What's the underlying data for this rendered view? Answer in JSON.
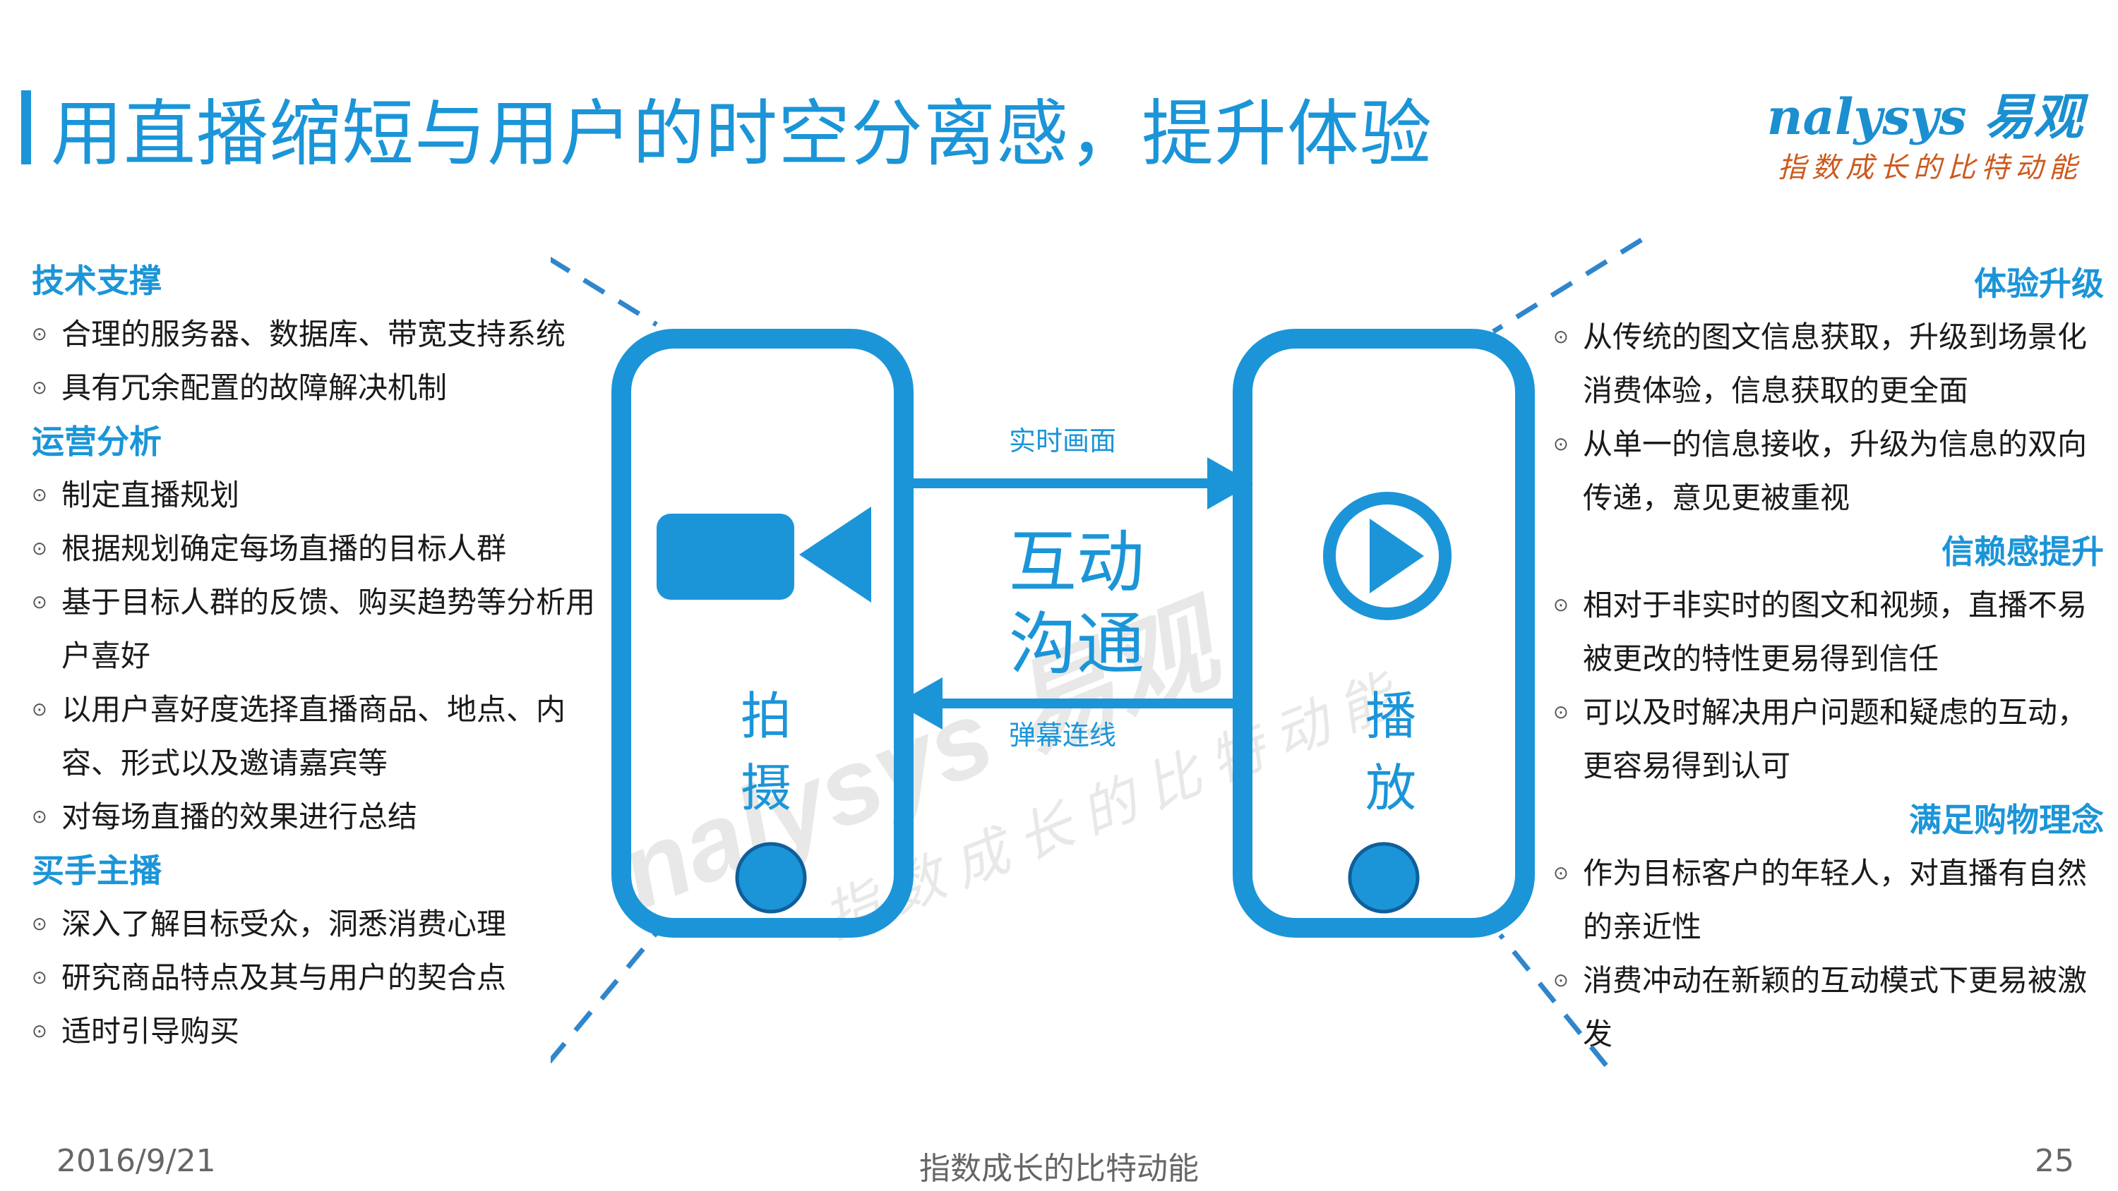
{
  "title": "用直播缩短与用户的时空分离感，提升体验",
  "logo": {
    "brand": "nalysys 易观",
    "slogan": "指数成长的比特动能"
  },
  "watermark": {
    "brand": "nalysys 易观",
    "slogan": "指数成长的比特动能"
  },
  "colors": {
    "primary": "#1b95d8",
    "accent": "#cc5a1e"
  },
  "left": [
    {
      "heading": "技术支撑",
      "items": [
        "合理的服务器、数据库、带宽支持系统",
        "具有冗余配置的故障解决机制"
      ]
    },
    {
      "heading": "运营分析",
      "items": [
        "制定直播规划",
        "根据规划确定每场直播的目标人群",
        "基于目标人群的反馈、购买趋势等分析用户喜好",
        "以用户喜好度选择直播商品、地点、内容、形式以及邀请嘉宾等",
        "对每场直播的效果进行总结"
      ]
    },
    {
      "heading": "买手主播",
      "items": [
        "深入了解目标受众，洞悉消费心理",
        "研究商品特点及其与用户的契合点",
        "适时引导购买"
      ]
    }
  ],
  "right": [
    {
      "heading": "体验升级",
      "items": [
        "从传统的图文信息获取，升级到场景化消费体验，信息获取的更全面",
        "从单一的信息接收，升级为信息的双向传递，意见更被重视"
      ]
    },
    {
      "heading": "信赖感提升",
      "items": [
        "相对于非实时的图文和视频，直播不易被更改的特性更易得到信任",
        "可以及时解决用户问题和疑虑的互动，更容易得到认可"
      ]
    },
    {
      "heading": "满足购物理念",
      "items": [
        "作为目标客户的年轻人，对直播有自然的亲近性",
        "消费冲动在新颖的互动模式下更易被激发"
      ]
    }
  ],
  "diagram": {
    "left_phone": {
      "label_line1": "拍",
      "label_line2": "摄",
      "icon": "video-camera-icon"
    },
    "right_phone": {
      "label_line1": "播",
      "label_line2": "放",
      "icon": "play-icon"
    },
    "top_arrow_label": "实时画面",
    "bottom_arrow_label": "弹幕连线",
    "center_line1": "互动",
    "center_line2": "沟通"
  },
  "footer": {
    "date": "2016/9/21",
    "slogan": "指数成长的比特动能",
    "page": "25"
  }
}
